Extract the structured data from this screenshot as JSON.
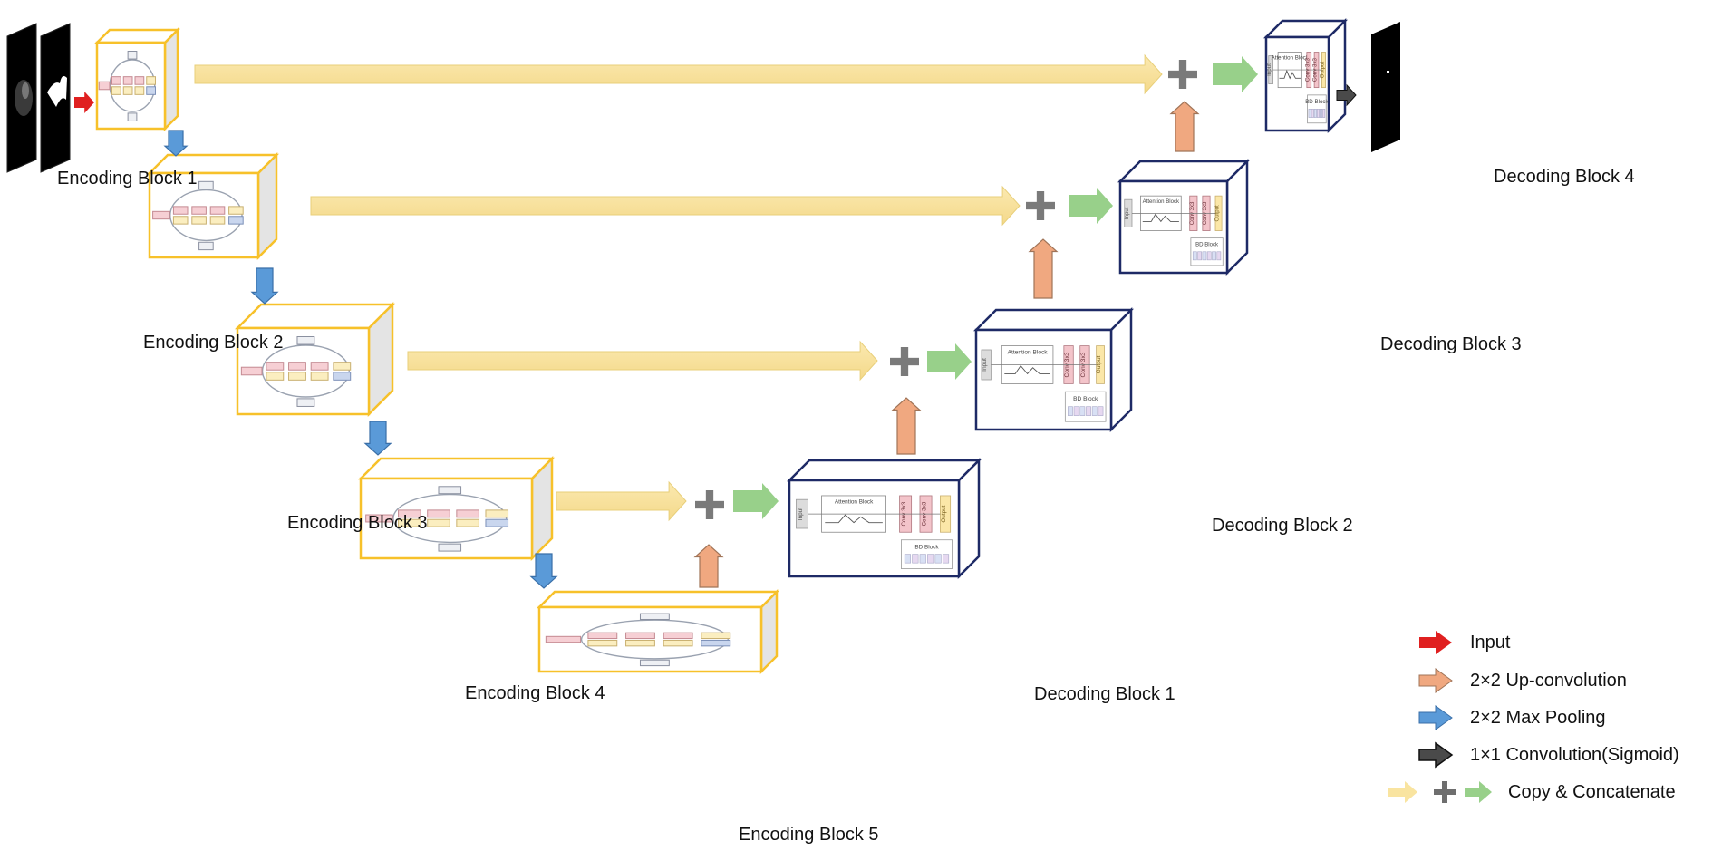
{
  "encoding_blocks": [
    {
      "label": "Encoding Block 1"
    },
    {
      "label": "Encoding Block 2"
    },
    {
      "label": "Encoding Block 3"
    },
    {
      "label": "Encoding Block 4"
    },
    {
      "label": "Encoding Block 5"
    }
  ],
  "decoding_blocks": [
    {
      "label": "Decoding Block 1"
    },
    {
      "label": "Decoding Block 2"
    },
    {
      "label": "Decoding Block 3"
    },
    {
      "label": "Decoding Block 4"
    }
  ],
  "decoder_detail": {
    "input": "Input",
    "attention": "Attention Block",
    "conv1": "Conv 3x3",
    "conv2": "Conv 3x3",
    "output": "Output",
    "bd": "BD Block"
  },
  "legend": [
    {
      "label": "Input",
      "color": "#e02020"
    },
    {
      "label": "2×2 Up-convolution",
      "color": "#f0a880"
    },
    {
      "label": "2×2 Max Pooling",
      "color": "#5a9ad8"
    },
    {
      "label": "1×1 Convolution(Sigmoid)",
      "color": "#4a4a4a"
    },
    {
      "label": "Copy & Concatenate",
      "color": "#f5dc8a"
    }
  ],
  "colors": {
    "encoder_border": "#f7c12a",
    "decoder_border": "#1e2a66",
    "skip_arrow": "#f9e4a0",
    "concat_arrow": "#98d08a",
    "plus": "#7a7a7a"
  }
}
